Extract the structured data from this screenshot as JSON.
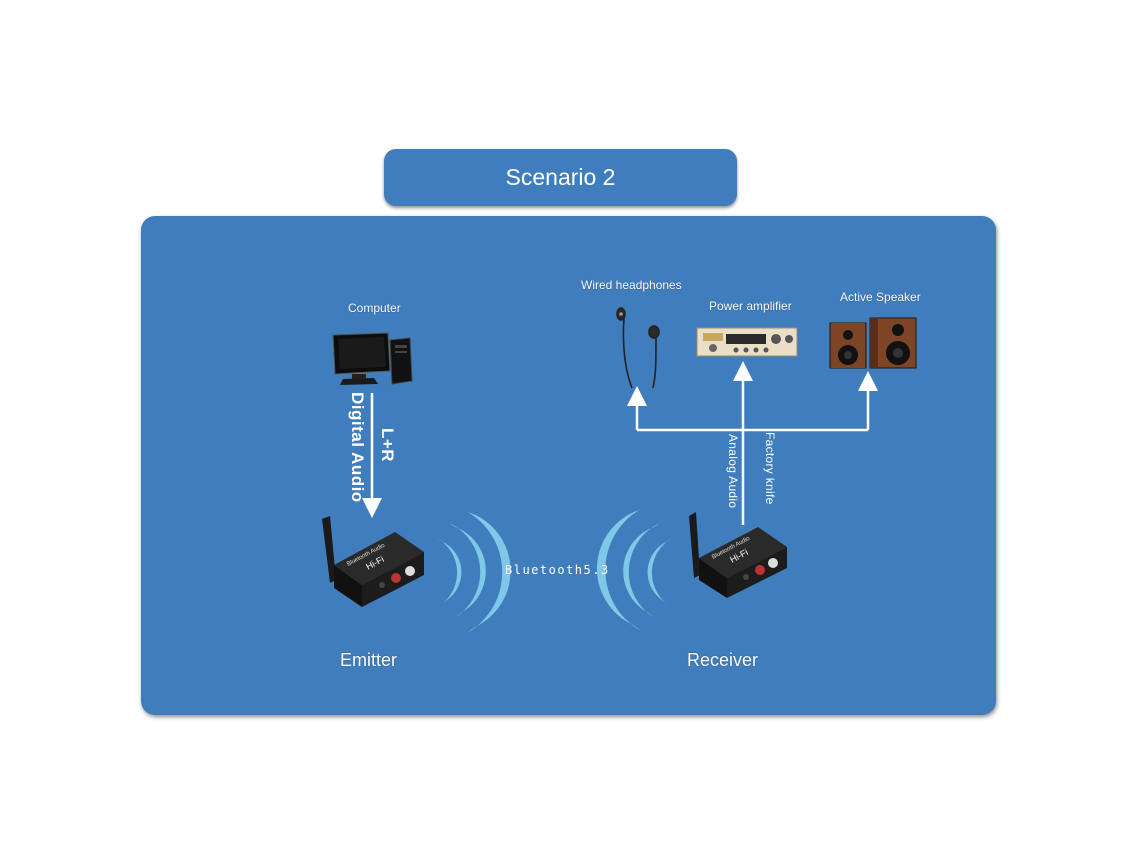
{
  "title": "Scenario 2",
  "devices": {
    "computer": "Computer",
    "headphones": "Wired headphones",
    "amplifier": "Power amplifier",
    "speaker": "Active Speaker",
    "emitter": "Emitter",
    "receiver": "Receiver"
  },
  "connections": {
    "lr": "L+R",
    "digital_audio": "Digital Audio",
    "analog_audio": "Analog Audio",
    "factory_knife": "Factory knife",
    "bluetooth": "Bluetooth5.3"
  },
  "device_text": {
    "emitter_line1": "Bluetooth Audio",
    "emitter_line2": "Hi-Fi",
    "receiver_line1": "Bluetooth Audio",
    "receiver_line2": "Hi-Fi"
  },
  "colors": {
    "panel": "#3f7dbd",
    "waves": "#7fc8e8",
    "arrows": "#ffffff"
  }
}
